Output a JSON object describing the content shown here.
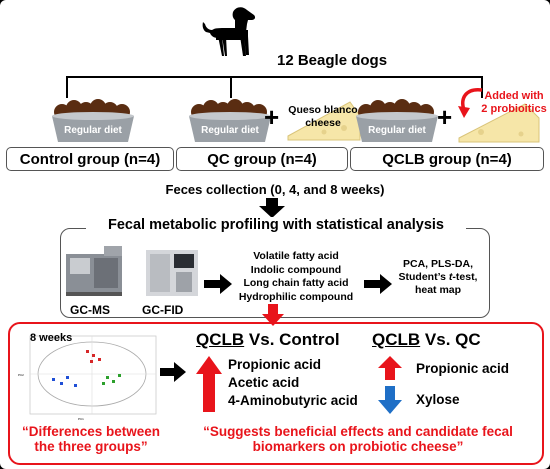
{
  "header": {
    "dogs_label": "12 Beagle dogs"
  },
  "diets": {
    "regular": "Regular diet",
    "queso_line1": "Queso blanco",
    "queso_line2": "cheese",
    "added_line1": "Added with",
    "added_line2": "2 probioitics"
  },
  "groups": [
    {
      "label": "Control group (n=4)"
    },
    {
      "label": "QC group (n=4)"
    },
    {
      "label": "QCLB group (n=4)"
    }
  ],
  "steps": {
    "feces": "Feces collection (0, 4, and 8 weeks)",
    "profiling": "Fecal metabolic profiling with statistical analysis"
  },
  "instruments": {
    "gcms": "GC-MS",
    "gcfid": "GC-FID"
  },
  "compounds": [
    "Volatile fatty acid",
    "Indolic compound",
    "Long chain fatty acid",
    "Hydrophilic compound"
  ],
  "stats": {
    "line1": "PCA, PLS-DA,",
    "line2_pre": "Student’s ",
    "line2_it": "t",
    "line2_post": "-test,",
    "line3": "heat map"
  },
  "results": {
    "weeks": "8 weeks",
    "cmp1_a": "QCLB",
    "cmp1_b": " Vs. Control",
    "cmp2_a": "QCLB",
    "cmp2_b": " Vs. QC",
    "up_control": [
      "Propionic acid",
      "Acetic acid",
      "4-Aminobutyric acid"
    ],
    "up_qc": "Propionic acid",
    "down_qc": "Xylose",
    "quote1_line1": "“Differences between",
    "quote1_line2": "the three groups”",
    "quote2_line1": "“Suggests beneficial effects and candidate fecal",
    "quote2_line2": "biomarkers on probiotic cheese”"
  },
  "colors": {
    "red": "#e8141b",
    "blue": "#1f6fc6",
    "cheese": "#f6e6a8",
    "bowl": "#9aa0a6",
    "feces": "#5a2d12"
  }
}
